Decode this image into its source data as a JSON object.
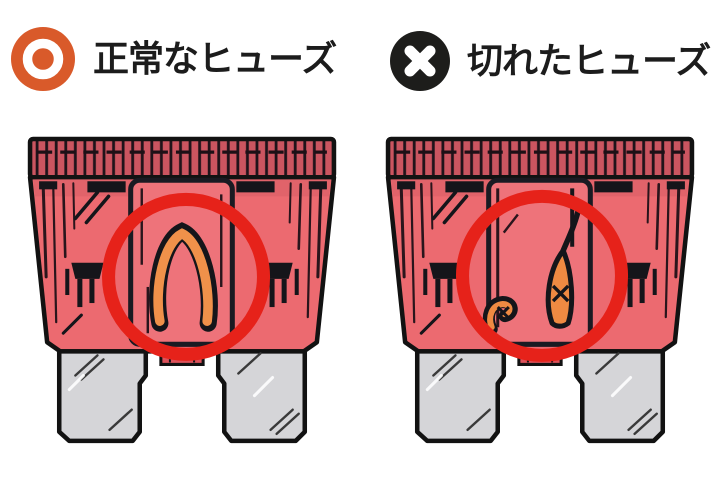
{
  "header": {
    "normal": {
      "label": "正常なヒューズ",
      "icon": "double-circle-ok-icon",
      "icon_color": "#d95a2a"
    },
    "blown": {
      "label": "切れたヒューズ",
      "icon": "x-cross-icon",
      "icon_color": "#1d1d1b"
    }
  },
  "figures": {
    "normal_fuse": {
      "name": "normal-fuse-illustration",
      "element_state": "intact"
    },
    "blown_fuse": {
      "name": "blown-fuse-illustration",
      "element_state": "broken"
    }
  },
  "colors": {
    "background": "#ffffff",
    "fuse_body": "#ec6a70",
    "fuse_cap": "#cb5560",
    "element_orange": "#f0914a",
    "blade_gray": "#d5d5d8",
    "highlight_circle": "#e6221a",
    "label_text": "#1c1c1c",
    "ok_icon": "#d95a2a",
    "ng_icon": "#1d1d1b"
  }
}
